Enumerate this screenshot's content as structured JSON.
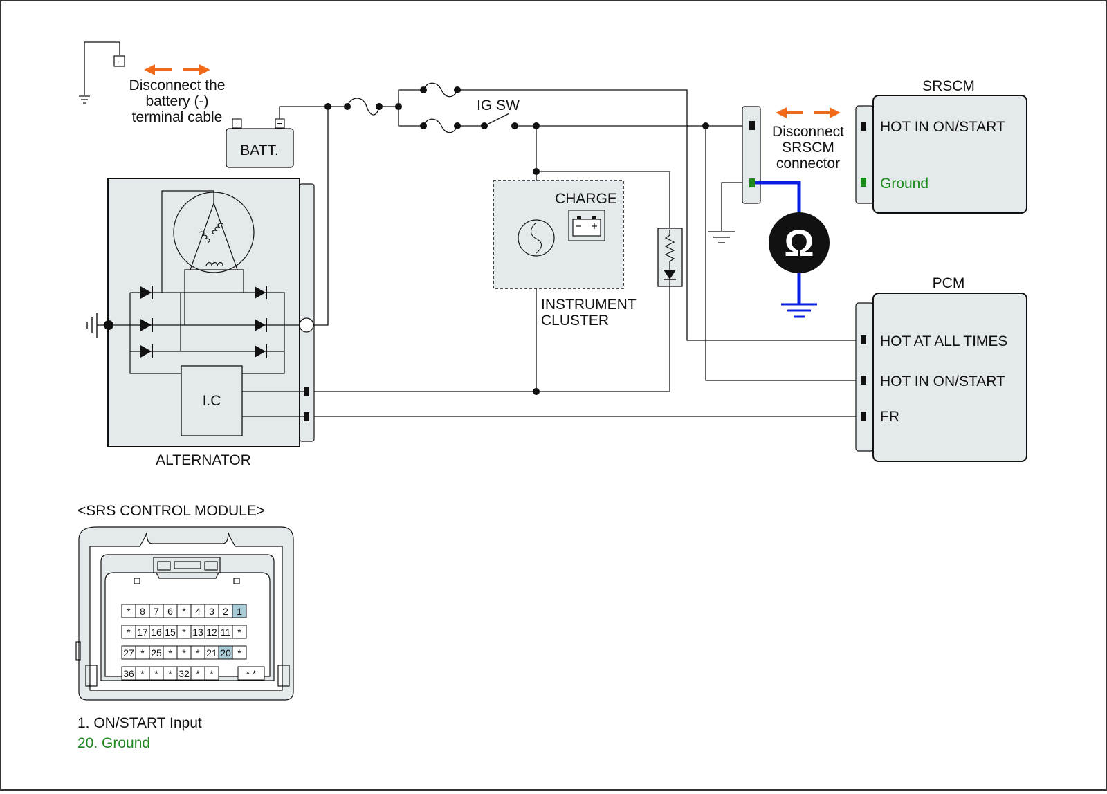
{
  "battery_note": {
    "line1": "Disconnect the",
    "line2": "battery (-)",
    "line3": "terminal cable"
  },
  "battery": {
    "label": "BATT.",
    "neg": "-",
    "pos": "+",
    "ground_term": "-"
  },
  "ig_switch": "IG SW",
  "instrument_cluster": {
    "line1": "INSTRUMENT",
    "line2": "CLUSTER",
    "lamp": "CHARGE"
  },
  "alternator": {
    "label": "ALTERNATOR",
    "ic": "I.C"
  },
  "srscm_note": {
    "line1": "Disconnect",
    "line2": "SRSCM",
    "line3": "connector"
  },
  "ohmmeter": "Ω",
  "srscm": {
    "title": "SRSCM",
    "pins": [
      "HOT IN ON/START",
      "Ground"
    ]
  },
  "pcm": {
    "title": "PCM",
    "pins": [
      "HOT AT ALL TIMES",
      "HOT IN ON/START",
      "FR"
    ]
  },
  "connector": {
    "title": "<SRS CONTROL MODULE>",
    "rows": [
      [
        "*",
        "8",
        "7",
        "6",
        "*",
        "4",
        "3",
        "2",
        "1"
      ],
      [
        "*",
        "17",
        "16",
        "15",
        "*",
        "13",
        "12",
        "11",
        "*"
      ],
      [
        "27",
        "*",
        "25",
        "*",
        "*",
        "*",
        "21",
        "20",
        "*"
      ],
      [
        "36",
        "*",
        "*",
        "*",
        "32",
        "*",
        "*",
        "",
        "* *"
      ]
    ],
    "highlighted_pins": [
      "1",
      "20"
    ]
  },
  "legend": {
    "item1": "1. ON/START Input",
    "item2": "20. Ground"
  },
  "colors": {
    "ground_green": "#1e8a1e",
    "measure_blue": "#0a1ee0",
    "arrow_orange": "#f06a1a",
    "box_fill": "#e4e9ec",
    "pin_highlight": "#a8cbd8"
  }
}
